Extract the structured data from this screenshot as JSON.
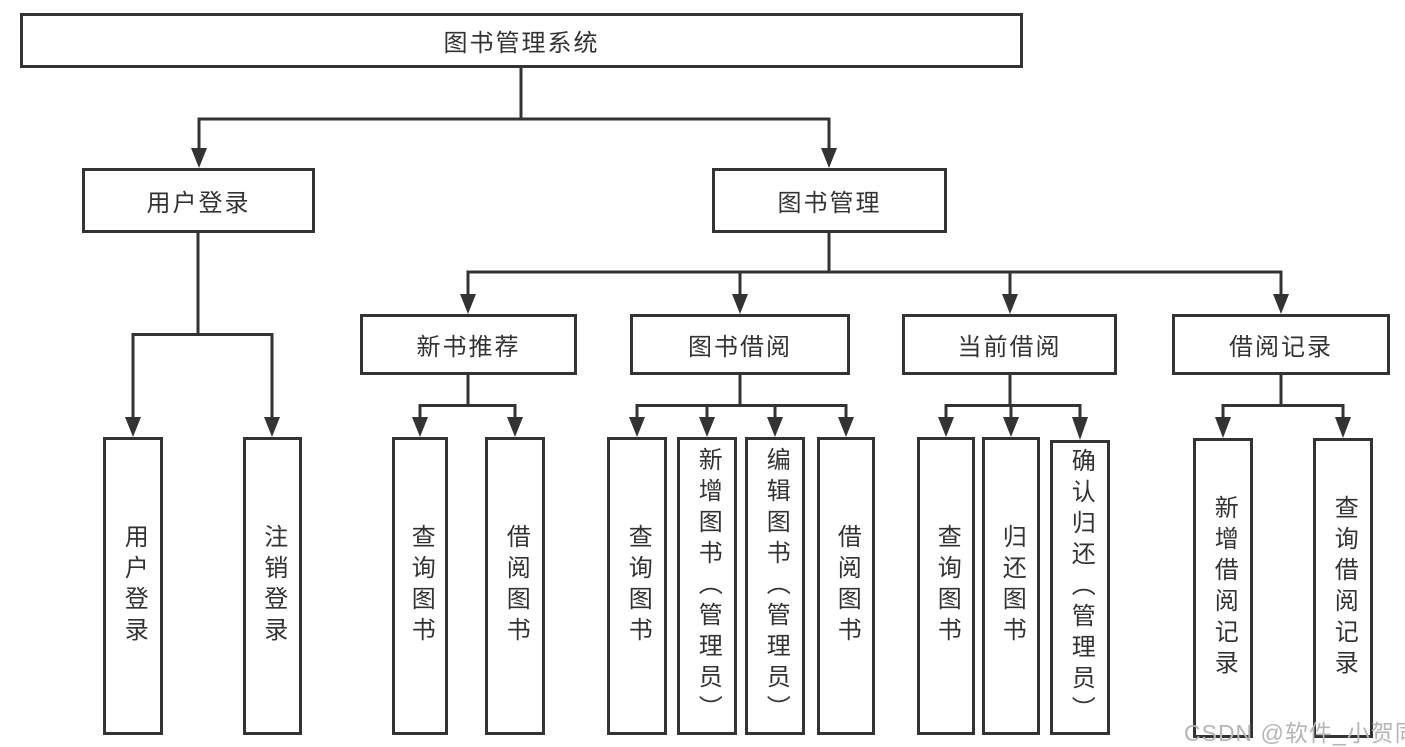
{
  "diagram": {
    "root": {
      "label": "图书管理系统"
    },
    "level2": {
      "user_login": {
        "label": "用户登录"
      },
      "book_management": {
        "label": "图书管理"
      }
    },
    "level3": {
      "new_book_recommend": {
        "label": "新书推荐"
      },
      "book_borrow": {
        "label": "图书借阅"
      },
      "current_borrow": {
        "label": "当前借阅"
      },
      "borrow_records": {
        "label": "借阅记录"
      }
    },
    "leaves": {
      "user_login": [
        "用户登录",
        "注销登录"
      ],
      "new_book_recommend": [
        "查询图书",
        "借阅图书"
      ],
      "book_borrow": [
        "查询图书",
        "新增图书（管理员）",
        "编辑图书（管理员）",
        "借阅图书"
      ],
      "current_borrow": [
        "查询图书",
        "归还图书",
        "确认归还（管理员）"
      ],
      "borrow_records": [
        "新增借阅记录",
        "查询借阅记录"
      ]
    }
  },
  "watermark": {
    "text": "CSDN @软件_小贺同学"
  },
  "colors": {
    "line": "#333333",
    "text": "#333333",
    "box_background": "#ffffff",
    "page_background": "#ffffff",
    "watermark": "#b5b5b5"
  }
}
